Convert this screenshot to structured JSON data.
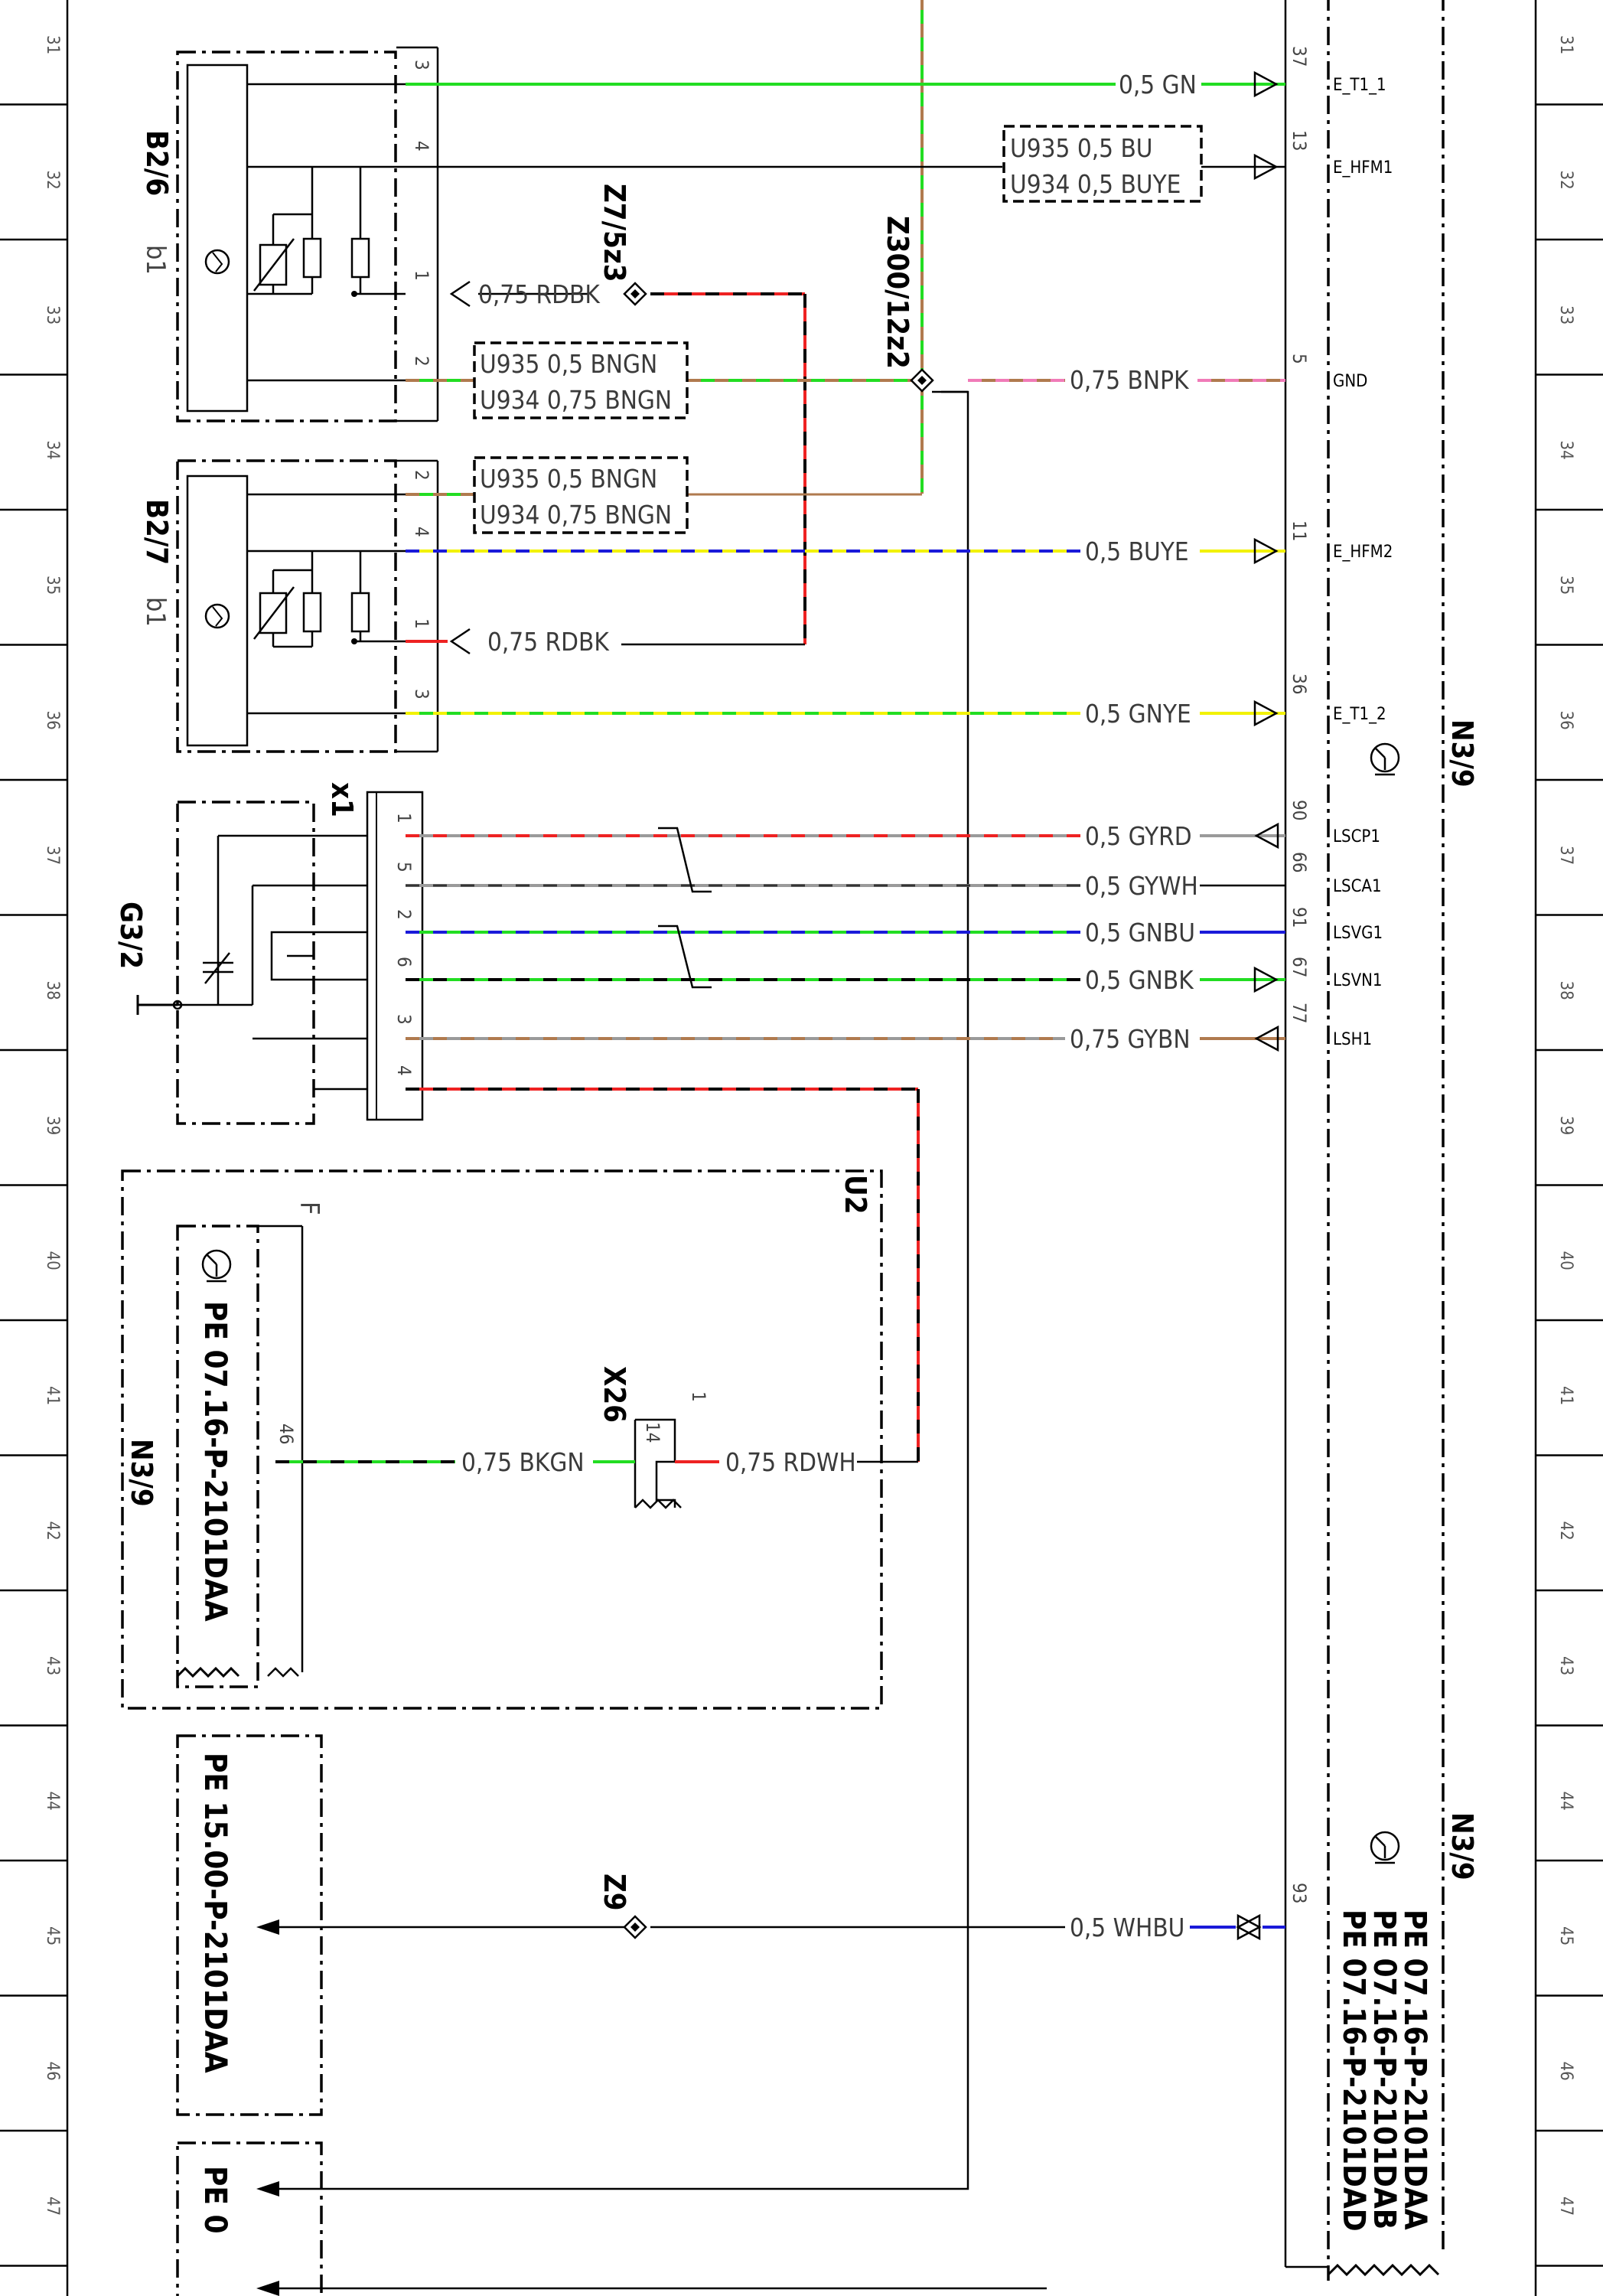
{
  "grid": {
    "rows": [
      "31",
      "32",
      "33",
      "34",
      "35",
      "36",
      "37",
      "38",
      "39",
      "40",
      "41",
      "42",
      "43",
      "44",
      "45",
      "46",
      "47"
    ]
  },
  "components": {
    "b2_6": {
      "ref": "B2/6",
      "sub": "b1"
    },
    "b2_7": {
      "ref": "B2/7",
      "sub": "b1"
    },
    "g3_2": {
      "ref": "G3/2"
    },
    "x1": {
      "ref": "x1"
    },
    "u2": {
      "ref": "U2"
    },
    "x26": {
      "ref": "X26",
      "pin_inner": "14",
      "pin_outer": "1"
    },
    "n3_9_inner": {
      "ref": "N3/9",
      "pe": "PE 07.16-P-2101DAA",
      "pin": "46",
      "branch": "F"
    },
    "n3_9_main": {
      "ref": "N3/9"
    },
    "n3_9_lower": {
      "ref": "N3/9",
      "pe_lines": [
        "PE 07.16-P-2101DAA",
        "PE 07.16-P-2101DAB",
        "PE 07.16-P-2101DAD"
      ]
    },
    "pe_15": {
      "text": "PE 15.00-P-2101DAA"
    },
    "pe_bottom": {
      "text": "PE 0"
    }
  },
  "splices": {
    "z7_5z3": "Z7/5z3",
    "z300_12z2": "Z300/12z2",
    "z9": "Z9"
  },
  "wires": {
    "gn": "0,5 GN",
    "rdbk_1": "0,75 RDBK",
    "rdbk_2": "0,75 RDBK",
    "bnpk": "0,75 BNPK",
    "buye": "0,5 BUYE",
    "gnye": "0,5 GNYE",
    "gyrd": "0,5 GYRD",
    "gywh": "0,5 GYWH",
    "gnbu": "0,5 GNBU",
    "gnbk": "0,5 GNBK",
    "gybn": "0,75 GYBN",
    "bkgn": "0,75 BKGN",
    "rdwh": "0,75 RDWH",
    "whbu": "0,5 WHBU"
  },
  "variant_boxes": {
    "hfm1": [
      "U935    0,5 BU",
      "U934  0,5 BUYE"
    ],
    "b26_gnd": [
      "U935  0,5 BNGN",
      "U934  0,75 BNGN"
    ],
    "b27_gnd": [
      "U935  0,5 BNGN",
      "U934  0,75 BNGN"
    ]
  },
  "pins": {
    "b2_6": [
      "3",
      "4",
      "1",
      "2"
    ],
    "b2_7": [
      "2",
      "4",
      "1",
      "3"
    ],
    "x1": [
      "1",
      "5",
      "2",
      "6",
      "3",
      "4"
    ],
    "n3_9": [
      "37",
      "13",
      "5",
      "11",
      "36",
      "90",
      "66",
      "91",
      "67",
      "77",
      "93"
    ]
  },
  "signals": {
    "e_t1_1": "E_T1_1",
    "e_hfm1": "E_HFM1",
    "gnd": "GND",
    "e_hfm2": "E_HFM2",
    "e_t1_2": "E_T1_2",
    "lscp1": "LSCP1",
    "lsca1": "LSCA1",
    "lsvg1": "LSVG1",
    "lsvn1": "LSVN1",
    "lsh1": "LSH1"
  },
  "colors": {
    "green": "#22dd22",
    "red": "#ee2222",
    "yellow": "#f2f200",
    "blue": "#1a1ad9",
    "gray": "#9a9a9a",
    "brown": "#b07a4e",
    "pink": "#f07bb8",
    "black": "#000000"
  }
}
